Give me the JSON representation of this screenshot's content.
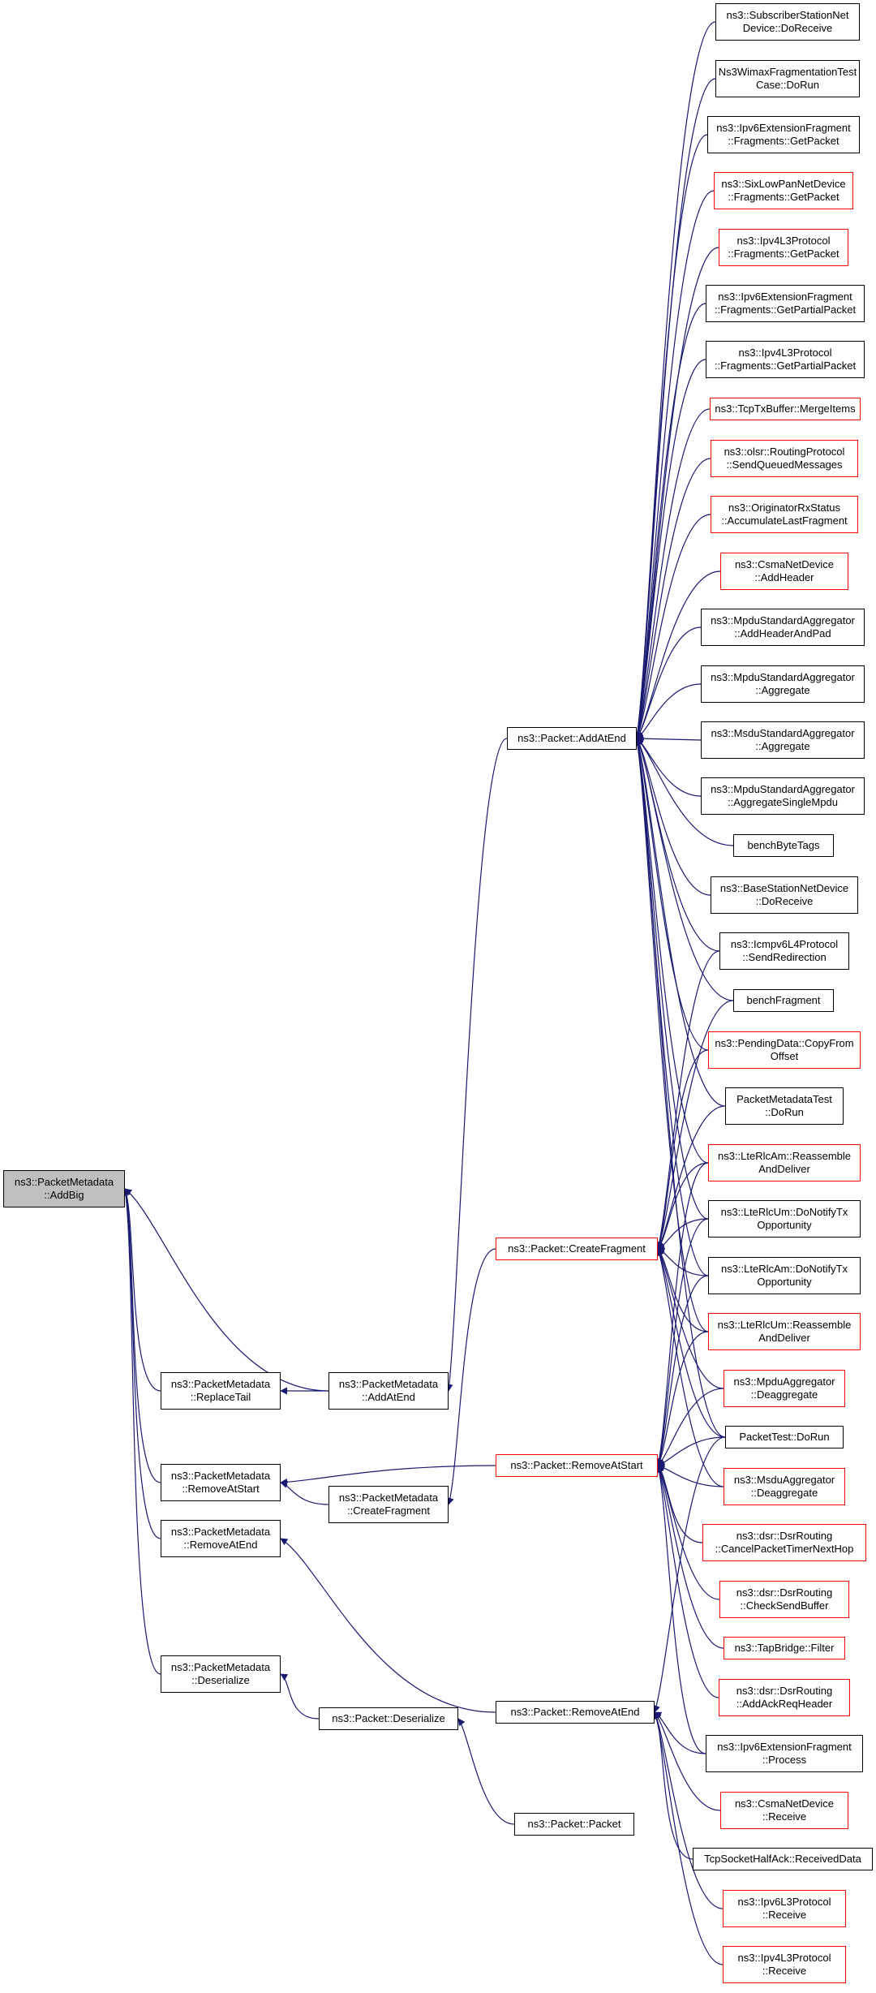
{
  "colors": {
    "edge": "#191970",
    "border_default": "#000000",
    "border_red": "#ff0000",
    "root_fill": "#bfbfbf"
  },
  "nodes": [
    {
      "id": "root",
      "lines": [
        "ns3::PacketMetadata",
        "::AddBig"
      ],
      "style": "root"
    },
    {
      "id": "pm_replacetail",
      "lines": [
        "ns3::PacketMetadata",
        "::ReplaceTail"
      ],
      "style": "black"
    },
    {
      "id": "pm_addatend",
      "lines": [
        "ns3::PacketMetadata",
        "::AddAtEnd"
      ],
      "style": "black"
    },
    {
      "id": "pm_removeatstart",
      "lines": [
        "ns3::PacketMetadata",
        "::RemoveAtStart"
      ],
      "style": "black"
    },
    {
      "id": "pm_createfragment",
      "lines": [
        "ns3::PacketMetadata",
        "::CreateFragment"
      ],
      "style": "black"
    },
    {
      "id": "pm_removeatend",
      "lines": [
        "ns3::PacketMetadata",
        "::RemoveAtEnd"
      ],
      "style": "black"
    },
    {
      "id": "pm_deserialize",
      "lines": [
        "ns3::PacketMetadata",
        "::Deserialize"
      ],
      "style": "black"
    },
    {
      "id": "p_deserialize",
      "lines": [
        "ns3::Packet::Deserialize"
      ],
      "style": "black"
    },
    {
      "id": "p_packet",
      "lines": [
        "ns3::Packet::Packet"
      ],
      "style": "black"
    },
    {
      "id": "p_addatend",
      "lines": [
        "ns3::Packet::AddAtEnd"
      ],
      "style": "black"
    },
    {
      "id": "p_createfragment",
      "lines": [
        "ns3::Packet::CreateFragment"
      ],
      "style": "red"
    },
    {
      "id": "p_removeatstart",
      "lines": [
        "ns3::Packet::RemoveAtStart"
      ],
      "style": "red"
    },
    {
      "id": "p_removeatend",
      "lines": [
        "ns3::Packet::RemoveAtEnd"
      ],
      "style": "black"
    },
    {
      "id": "r_subscriber",
      "lines": [
        "ns3::SubscriberStationNet",
        "Device::DoReceive"
      ],
      "style": "black"
    },
    {
      "id": "r_wimaxfrag",
      "lines": [
        "Ns3WimaxFragmentationTest",
        "Case::DoRun"
      ],
      "style": "black"
    },
    {
      "id": "r_ipv6ext_getpacket",
      "lines": [
        "ns3::Ipv6ExtensionFragment",
        "::Fragments::GetPacket"
      ],
      "style": "black"
    },
    {
      "id": "r_sixlowpan",
      "lines": [
        "ns3::SixLowPanNetDevice",
        "::Fragments::GetPacket"
      ],
      "style": "red"
    },
    {
      "id": "r_ipv4l3_getpacket",
      "lines": [
        "ns3::Ipv4L3Protocol",
        "::Fragments::GetPacket"
      ],
      "style": "red"
    },
    {
      "id": "r_ipv6ext_partial",
      "lines": [
        "ns3::Ipv6ExtensionFragment",
        "::Fragments::GetPartialPacket"
      ],
      "style": "black"
    },
    {
      "id": "r_ipv4l3_partial",
      "lines": [
        "ns3::Ipv4L3Protocol",
        "::Fragments::GetPartialPacket"
      ],
      "style": "black"
    },
    {
      "id": "r_tcptxbuffer",
      "lines": [
        "ns3::TcpTxBuffer::MergeItems"
      ],
      "style": "red"
    },
    {
      "id": "r_olsr",
      "lines": [
        "ns3::olsr::RoutingProtocol",
        "::SendQueuedMessages"
      ],
      "style": "red"
    },
    {
      "id": "r_originator",
      "lines": [
        "ns3::OriginatorRxStatus",
        "::AccumulateLastFragment"
      ],
      "style": "red"
    },
    {
      "id": "r_csma_addheader",
      "lines": [
        "ns3::CsmaNetDevice",
        "::AddHeader"
      ],
      "style": "red"
    },
    {
      "id": "r_mpdu_addheaderpad",
      "lines": [
        "ns3::MpduStandardAggregator",
        "::AddHeaderAndPad"
      ],
      "style": "black"
    },
    {
      "id": "r_mpdu_aggregate",
      "lines": [
        "ns3::MpduStandardAggregator",
        "::Aggregate"
      ],
      "style": "black"
    },
    {
      "id": "r_msdu_aggregate",
      "lines": [
        "ns3::MsduStandardAggregator",
        "::Aggregate"
      ],
      "style": "black"
    },
    {
      "id": "r_mpdu_single",
      "lines": [
        "ns3::MpduStandardAggregator",
        "::AggregateSingleMpdu"
      ],
      "style": "black"
    },
    {
      "id": "r_benchbytetags",
      "lines": [
        "benchByteTags"
      ],
      "style": "black"
    },
    {
      "id": "r_basestation",
      "lines": [
        "ns3::BaseStationNetDevice",
        "::DoReceive"
      ],
      "style": "black"
    },
    {
      "id": "r_icmpv6",
      "lines": [
        "ns3::Icmpv6L4Protocol",
        "::SendRedirection"
      ],
      "style": "black"
    },
    {
      "id": "r_benchfragment",
      "lines": [
        "benchFragment"
      ],
      "style": "black"
    },
    {
      "id": "r_pendingdata",
      "lines": [
        "ns3::PendingData::CopyFrom",
        "Offset"
      ],
      "style": "red"
    },
    {
      "id": "r_pmtest",
      "lines": [
        "PacketMetadataTest",
        "::DoRun"
      ],
      "style": "black"
    },
    {
      "id": "r_lterlcam_reassemble",
      "lines": [
        "ns3::LteRlcAm::Reassemble",
        "AndDeliver"
      ],
      "style": "red"
    },
    {
      "id": "r_lterlcum_notify",
      "lines": [
        "ns3::LteRlcUm::DoNotifyTx",
        "Opportunity"
      ],
      "style": "black"
    },
    {
      "id": "r_lterlcam_notify",
      "lines": [
        "ns3::LteRlcAm::DoNotifyTx",
        "Opportunity"
      ],
      "style": "black"
    },
    {
      "id": "r_lterlcum_reassemble",
      "lines": [
        "ns3::LteRlcUm::Reassemble",
        "AndDeliver"
      ],
      "style": "red"
    },
    {
      "id": "r_mpduagg_deagg",
      "lines": [
        "ns3::MpduAggregator",
        "::Deaggregate"
      ],
      "style": "red"
    },
    {
      "id": "r_packettest",
      "lines": [
        "PacketTest::DoRun"
      ],
      "style": "black"
    },
    {
      "id": "r_msduagg_deagg",
      "lines": [
        "ns3::MsduAggregator",
        "::Deaggregate"
      ],
      "style": "red"
    },
    {
      "id": "r_dsr_cancel",
      "lines": [
        "ns3::dsr::DsrRouting",
        "::CancelPacketTimerNextHop"
      ],
      "style": "red"
    },
    {
      "id": "r_dsr_checksend",
      "lines": [
        "ns3::dsr::DsrRouting",
        "::CheckSendBuffer"
      ],
      "style": "red"
    },
    {
      "id": "r_tapbridge",
      "lines": [
        "ns3::TapBridge::Filter"
      ],
      "style": "red"
    },
    {
      "id": "r_dsr_addack",
      "lines": [
        "ns3::dsr::DsrRouting",
        "::AddAckReqHeader"
      ],
      "style": "red"
    },
    {
      "id": "r_ipv6ext_process",
      "lines": [
        "ns3::Ipv6ExtensionFragment",
        "::Process"
      ],
      "style": "black"
    },
    {
      "id": "r_csma_receive",
      "lines": [
        "ns3::CsmaNetDevice",
        "::Receive"
      ],
      "style": "red"
    },
    {
      "id": "r_tcphalfack",
      "lines": [
        "TcpSocketHalfAck::ReceivedData"
      ],
      "style": "black"
    },
    {
      "id": "r_ipv6l3_receive",
      "lines": [
        "ns3::Ipv6L3Protocol",
        "::Receive"
      ],
      "style": "red"
    },
    {
      "id": "r_ipv4l3_receive",
      "lines": [
        "ns3::Ipv4L3Protocol",
        "::Receive"
      ],
      "style": "red"
    }
  ],
  "edges": [
    {
      "from": "pm_replacetail",
      "to": "root"
    },
    {
      "from": "pm_addatend",
      "to": "root"
    },
    {
      "from": "pm_removeatstart",
      "to": "root"
    },
    {
      "from": "pm_removeatend",
      "to": "root"
    },
    {
      "from": "pm_deserialize",
      "to": "root"
    },
    {
      "from": "pm_addatend",
      "to": "pm_replacetail"
    },
    {
      "from": "p_addatend",
      "to": "pm_addatend"
    },
    {
      "from": "p_removeatstart",
      "to": "pm_removeatstart"
    },
    {
      "from": "pm_createfragment",
      "to": "pm_removeatstart"
    },
    {
      "from": "p_createfragment",
      "to": "pm_createfragment"
    },
    {
      "from": "p_removeatend",
      "to": "pm_removeatend"
    },
    {
      "from": "p_deserialize",
      "to": "pm_deserialize"
    },
    {
      "from": "p_packet",
      "to": "p_deserialize"
    },
    {
      "from": "r_subscriber",
      "to": "p_addatend"
    },
    {
      "from": "r_wimaxfrag",
      "to": "p_addatend"
    },
    {
      "from": "r_ipv6ext_getpacket",
      "to": "p_addatend"
    },
    {
      "from": "r_sixlowpan",
      "to": "p_addatend"
    },
    {
      "from": "r_ipv4l3_getpacket",
      "to": "p_addatend"
    },
    {
      "from": "r_ipv6ext_partial",
      "to": "p_addatend"
    },
    {
      "from": "r_ipv4l3_partial",
      "to": "p_addatend"
    },
    {
      "from": "r_tcptxbuffer",
      "to": "p_addatend"
    },
    {
      "from": "r_olsr",
      "to": "p_addatend"
    },
    {
      "from": "r_originator",
      "to": "p_addatend"
    },
    {
      "from": "r_csma_addheader",
      "to": "p_addatend"
    },
    {
      "from": "r_mpdu_addheaderpad",
      "to": "p_addatend"
    },
    {
      "from": "r_mpdu_aggregate",
      "to": "p_addatend"
    },
    {
      "from": "r_msdu_aggregate",
      "to": "p_addatend"
    },
    {
      "from": "r_mpdu_single",
      "to": "p_addatend"
    },
    {
      "from": "r_benchbytetags",
      "to": "p_addatend"
    },
    {
      "from": "r_basestation",
      "to": "p_addatend"
    },
    {
      "from": "r_icmpv6",
      "to": "p_addatend"
    },
    {
      "from": "r_benchfragment",
      "to": "p_addatend"
    },
    {
      "from": "r_pendingdata",
      "to": "p_addatend"
    },
    {
      "from": "r_pmtest",
      "to": "p_addatend"
    },
    {
      "from": "r_lterlcam_reassemble",
      "to": "p_addatend"
    },
    {
      "from": "r_lterlcum_notify",
      "to": "p_addatend"
    },
    {
      "from": "r_lterlcam_notify",
      "to": "p_addatend"
    },
    {
      "from": "r_lterlcum_reassemble",
      "to": "p_addatend"
    },
    {
      "from": "r_packettest",
      "to": "p_addatend"
    },
    {
      "from": "r_icmpv6",
      "to": "p_createfragment"
    },
    {
      "from": "r_benchfragment",
      "to": "p_createfragment"
    },
    {
      "from": "r_pendingdata",
      "to": "p_createfragment"
    },
    {
      "from": "r_pmtest",
      "to": "p_createfragment"
    },
    {
      "from": "r_lterlcam_reassemble",
      "to": "p_createfragment"
    },
    {
      "from": "r_lterlcum_notify",
      "to": "p_createfragment"
    },
    {
      "from": "r_lterlcam_notify",
      "to": "p_createfragment"
    },
    {
      "from": "r_lterlcum_reassemble",
      "to": "p_createfragment"
    },
    {
      "from": "r_mpduagg_deagg",
      "to": "p_createfragment"
    },
    {
      "from": "r_packettest",
      "to": "p_createfragment"
    },
    {
      "from": "r_msduagg_deagg",
      "to": "p_createfragment"
    },
    {
      "from": "r_lterlcam_reassemble",
      "to": "p_removeatstart"
    },
    {
      "from": "r_lterlcum_notify",
      "to": "p_removeatstart"
    },
    {
      "from": "r_lterlcam_notify",
      "to": "p_removeatstart"
    },
    {
      "from": "r_lterlcum_reassemble",
      "to": "p_removeatstart"
    },
    {
      "from": "r_mpduagg_deagg",
      "to": "p_removeatstart"
    },
    {
      "from": "r_packettest",
      "to": "p_removeatstart"
    },
    {
      "from": "r_msduagg_deagg",
      "to": "p_removeatstart"
    },
    {
      "from": "r_dsr_cancel",
      "to": "p_removeatstart"
    },
    {
      "from": "r_dsr_checksend",
      "to": "p_removeatstart"
    },
    {
      "from": "r_tapbridge",
      "to": "p_removeatstart"
    },
    {
      "from": "r_dsr_addack",
      "to": "p_removeatstart"
    },
    {
      "from": "r_ipv6ext_process",
      "to": "p_removeatstart"
    },
    {
      "from": "r_packettest",
      "to": "p_removeatend"
    },
    {
      "from": "r_ipv6ext_process",
      "to": "p_removeatend"
    },
    {
      "from": "r_csma_receive",
      "to": "p_removeatend"
    },
    {
      "from": "r_tcphalfack",
      "to": "p_removeatend"
    },
    {
      "from": "r_ipv6l3_receive",
      "to": "p_removeatend"
    },
    {
      "from": "r_ipv4l3_receive",
      "to": "p_removeatend"
    }
  ]
}
